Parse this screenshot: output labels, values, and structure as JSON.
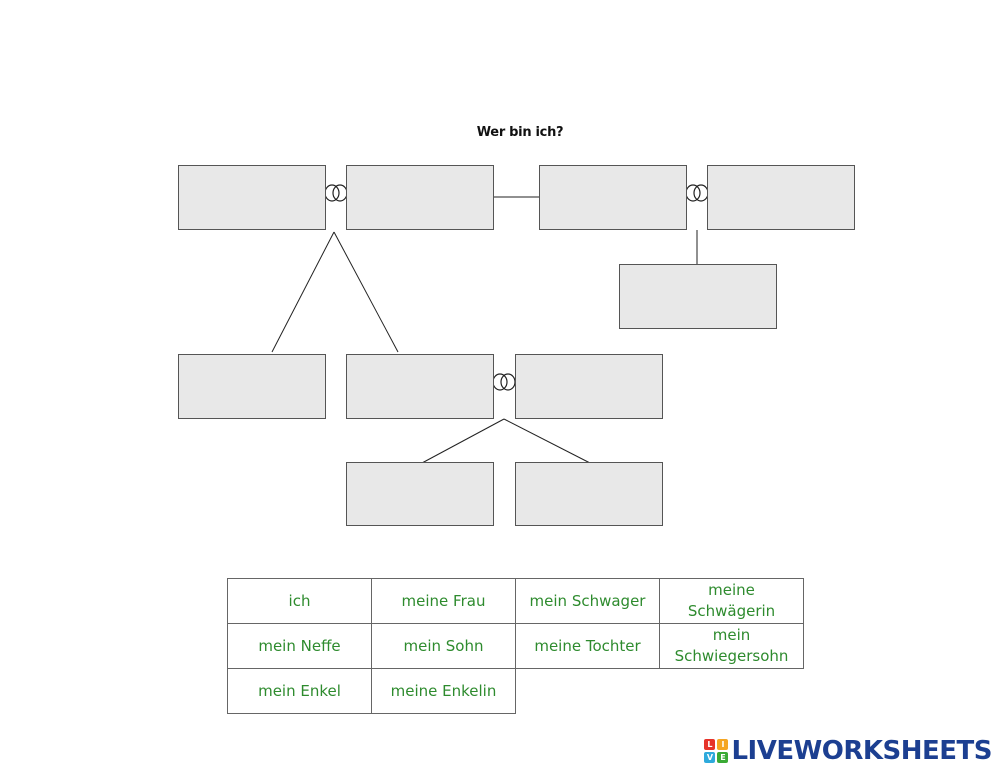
{
  "title": "Wer bin ich?",
  "word_bank": [
    [
      "ich",
      "meine Frau",
      "mein Schwager",
      "meine Schwägerin"
    ],
    [
      "mein Neffe",
      "mein Sohn",
      "meine Tochter",
      "mein Schwiegersohn"
    ],
    [
      "mein Enkel",
      "meine Enkelin",
      "",
      ""
    ]
  ],
  "brand": {
    "logo_letters": [
      "L",
      "I",
      "V",
      "E"
    ],
    "logo_colors": [
      "#e6332a",
      "#f5a623",
      "#2eaadc",
      "#3aaa35"
    ],
    "name": "LIVEWORKSHEETS",
    "color": "#1c3f91"
  },
  "colors": {
    "box_fill": "#e8e8e8",
    "word_text": "#2e8b2e"
  }
}
